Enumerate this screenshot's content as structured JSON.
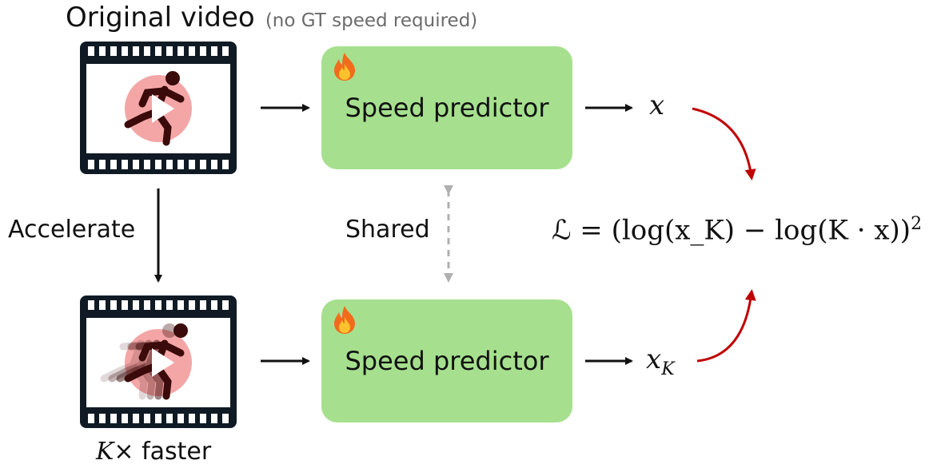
{
  "title": {
    "main": "Original video",
    "sub": "(no GT speed required)"
  },
  "labels": {
    "accelerate": "Accelerate",
    "shared": "Shared",
    "faster_k": "K",
    "faster_rest": "× faster"
  },
  "nodes": {
    "predictor_top": "Speed predictor",
    "predictor_bottom": "Speed predictor"
  },
  "outputs": {
    "x": "x",
    "x_k_base": "x",
    "x_k_sub": "K"
  },
  "loss": {
    "text": "ℒ = (log(x_K) − log(K · x))",
    "exponent": "2"
  },
  "icons": [
    "film-strip-icon",
    "running-person-icon",
    "play-icon",
    "flame-icon"
  ],
  "colors": {
    "predictor_fill": "#a6e08e",
    "loss_arrow": "#c00000",
    "shared_arrow": "#b0b0b0",
    "play_circle": "#f4a6a6",
    "runner": "#3b0a0a"
  }
}
